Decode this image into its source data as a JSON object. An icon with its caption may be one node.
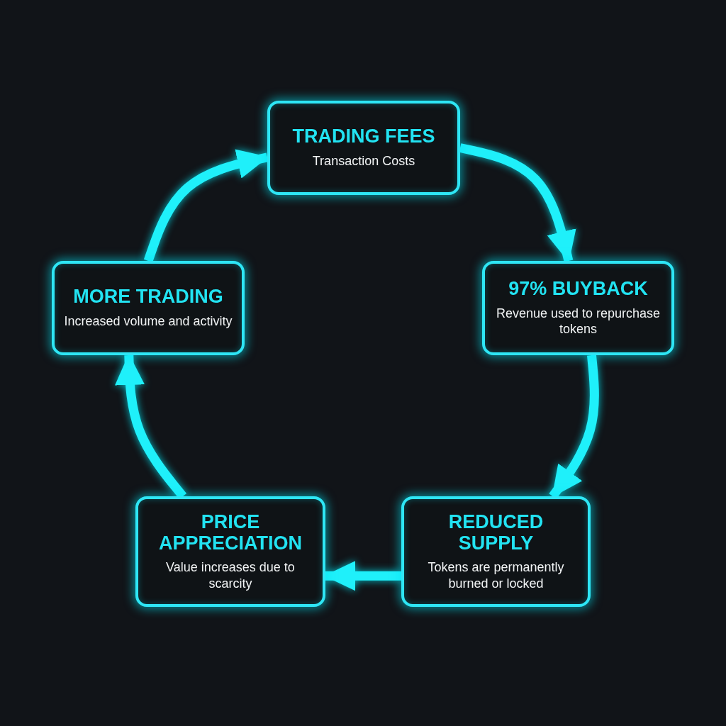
{
  "diagram": {
    "nodes": [
      {
        "text": [
          "TRADING FEES",
          "Transaction Costs"
        ]
      },
      {
        "text": [
          "97% BUYBACK",
          "Revenue used to repurchase tokens"
        ]
      },
      {
        "text": [
          "REDUCED SUPPLY",
          "Tokens are permanently burned or locked"
        ]
      },
      {
        "text": [
          "PRICE APPRECIATION",
          "Value increases due to scarcity"
        ]
      },
      {
        "text": [
          "MORE TRADING",
          "Increased volume and activity"
        ]
      }
    ],
    "edges": [
      {
        "from": 0,
        "to": 1,
        "arrow": "to"
      },
      {
        "from": 1,
        "to": 2,
        "arrow": "to"
      },
      {
        "from": 2,
        "to": 3,
        "arrow": "to"
      },
      {
        "from": 3,
        "to": 4,
        "arrow": "to"
      },
      {
        "from": 4,
        "to": 0,
        "arrow": "to"
      }
    ]
  }
}
